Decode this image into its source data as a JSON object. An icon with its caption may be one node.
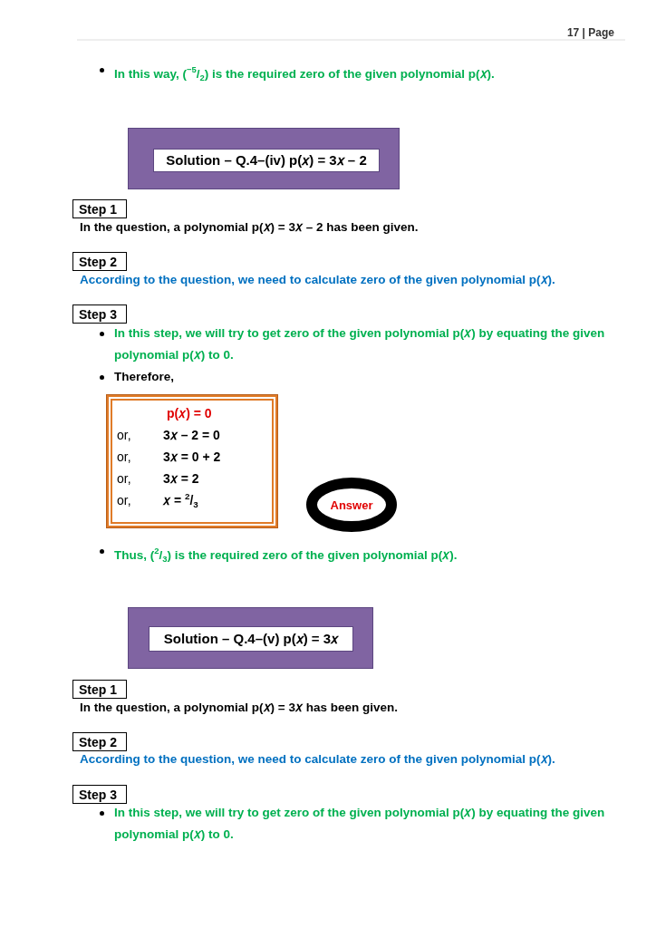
{
  "diagram": {
    "nodes": [
      {
        "text": [],
        "shape": "box"
      },
      {
        "text": [
          "Solution – Q.4–(iv) p(𝑥) = 3𝑥 – 2"
        ],
        "in": 0
      },
      {
        "text": [
          "Step 1"
        ]
      },
      {
        "text": [
          "Step 2"
        ]
      },
      {
        "text": [
          "Step 3"
        ]
      },
      {
        "text": [
          "p(𝑥) =  0",
          "or,",
          "3𝑥 – 2 = 0",
          "or,",
          "3𝑥 = 0 + 2",
          "or,",
          "3𝑥 = 2",
          "or,",
          "𝑥  = $^{2}$/$_{3}$"
        ]
      },
      {
        "text": [
          "Answer"
        ]
      },
      {
        "text": [],
        "shape": "box"
      },
      {
        "text": [
          "Solution – Q.4–(v) p(𝑥) = 3𝑥"
        ],
        "in": 7
      },
      {
        "text": [
          "Step 1"
        ]
      },
      {
        "text": [
          "Step 2"
        ]
      },
      {
        "text": [
          "Step 3"
        ]
      }
    ],
    "edges": [],
    "labels": [
      "17 | Page",
      "In this way, ($^{−5}$/$_{2}$) is the required zero of the given polynomial p(𝑥).",
      "In the question, a polynomial p(𝑥) = 3𝑥 – 2 has been given.",
      "According to the question, we need to calculate zero of the given polynomial p(𝑥).",
      "In this step, we will try to get zero of the given polynomial p(𝑥) by equating the given polynomial p(𝑥) to 0.",
      "Therefore,",
      "Thus, ($^{2}$/$_{3}$) is the required zero of the given polynomial p(𝑥).",
      "In the question, a polynomial p(𝑥) = 3𝑥 has been given.",
      "According to the question, we need to calculate zero of the given polynomial p(𝑥).",
      "In this step, we will try to get zero of the given polynomial p(𝑥) by equating the given polynomial p(𝑥) to 0."
    ]
  }
}
